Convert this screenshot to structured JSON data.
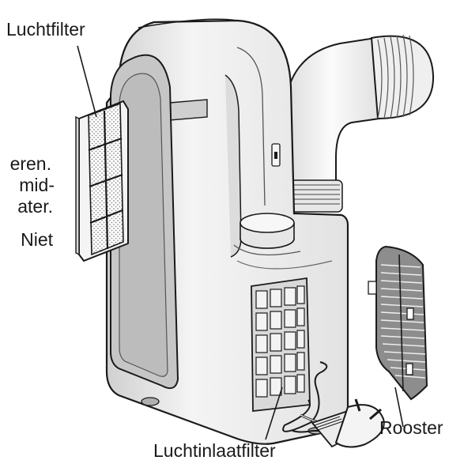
{
  "labels": {
    "air_filter": "Luchtfilter",
    "grille": "Rooster",
    "inlet_filter": "Luchtinlaatfilter"
  },
  "background_text": [
    "eren.",
    "mid-",
    "ater.",
    "Niet"
  ],
  "colors": {
    "ink": "#1a1a1a",
    "unit_body": "#ececec",
    "unit_shadow": "#b9b9b9",
    "front_panel": "#c7c7c7",
    "hose": "#f2f2f2",
    "filter_mesh": "#d6d6d6"
  }
}
